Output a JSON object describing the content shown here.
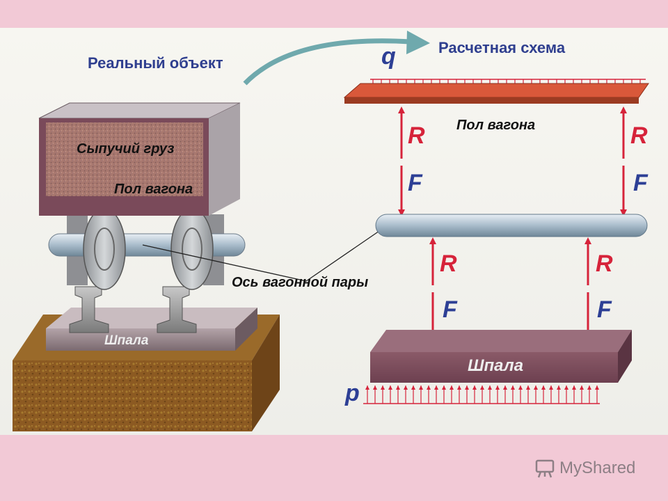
{
  "titles": {
    "real_object": "Реальный объект",
    "design_scheme": "Расчетная схема"
  },
  "left": {
    "bulk_cargo": "Сыпучий груз",
    "wagon_floor": "Пол вагона",
    "sleeper": "Шпала"
  },
  "center": {
    "wheelset_axle": "Ось вагонной пары"
  },
  "right": {
    "load_q": "q",
    "wagon_floor": "Пол вагона",
    "reaction_R": "R",
    "force_F": "F",
    "sleeper": "Шпала",
    "pressure_p": "p"
  },
  "watermark": {
    "text": "MyShared"
  },
  "colors": {
    "background": "#f2c9d6",
    "title_blue": "#2f3f8f",
    "force_red": "#d6233a",
    "curve_arrow": "#6fa9ad",
    "floor_beam": "#d9583a"
  },
  "icons": {
    "curved_arrow": "curved-arrow-icon",
    "watermark_logo": "presentation-board-icon"
  }
}
